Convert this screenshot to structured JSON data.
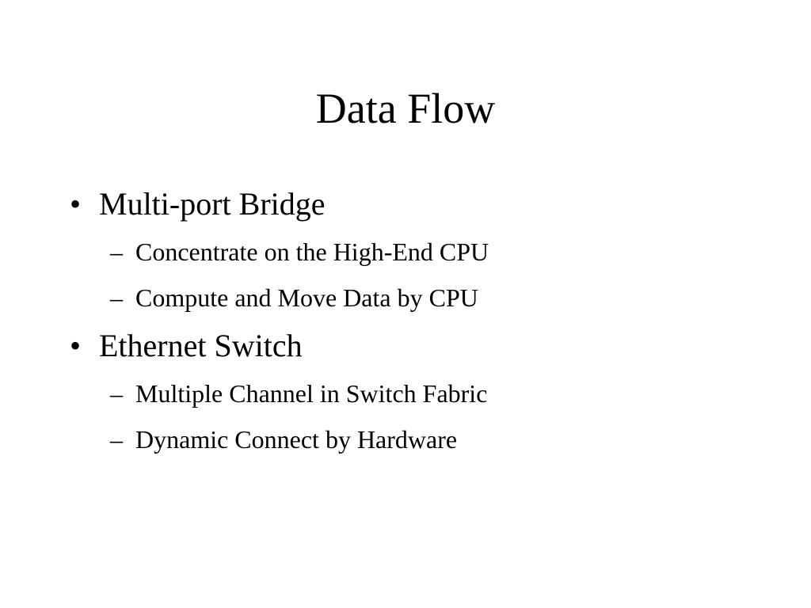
{
  "slide": {
    "title": "Data Flow",
    "items": [
      {
        "marker": "•",
        "text": "Multi-port Bridge",
        "subitems": [
          {
            "marker": "–",
            "text": "Concentrate on the High-End CPU"
          },
          {
            "marker": "–",
            "text": "Compute and Move Data by CPU"
          }
        ]
      },
      {
        "marker": "•",
        "text": "Ethernet Switch",
        "subitems": [
          {
            "marker": "–",
            "text": "Multiple Channel in Switch Fabric"
          },
          {
            "marker": "–",
            "text": "Dynamic Connect by Hardware"
          }
        ]
      }
    ]
  }
}
